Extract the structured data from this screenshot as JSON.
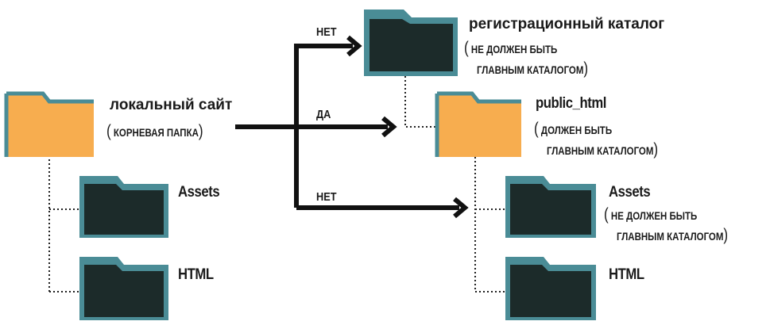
{
  "colors": {
    "folder_orange": "#f7ad4f",
    "folder_dark": "#1c2b2a",
    "folder_frame": "#4a8c96",
    "arrow": "#111111"
  },
  "left": {
    "root_title": "локальный сайт",
    "root_note": "КОРНЕВАЯ ПАПКА",
    "child1": "Assets",
    "child2": "HTML"
  },
  "right": {
    "reg_title": "регистрационный каталог",
    "reg_note_line1": "НЕ ДОЛЖЕН БЫТЬ",
    "reg_note_line2": "ГЛАВНЫМ КАТАЛОГОМ",
    "public_title": "public_html",
    "public_note_line1": "ДОЛЖЕН БЫТЬ",
    "public_note_line2": "ГЛАВНЫМ КАТАЛОГОМ",
    "assets_title": "Assets",
    "assets_note_line1": "НЕ ДОЛЖЕН БЫТЬ",
    "assets_note_line2": "ГЛАВНЫМ КАТАЛОГОМ",
    "html_title": "HTML"
  },
  "arrows": {
    "top": "НЕТ",
    "middle": "ДА",
    "bottom": "НЕТ"
  }
}
